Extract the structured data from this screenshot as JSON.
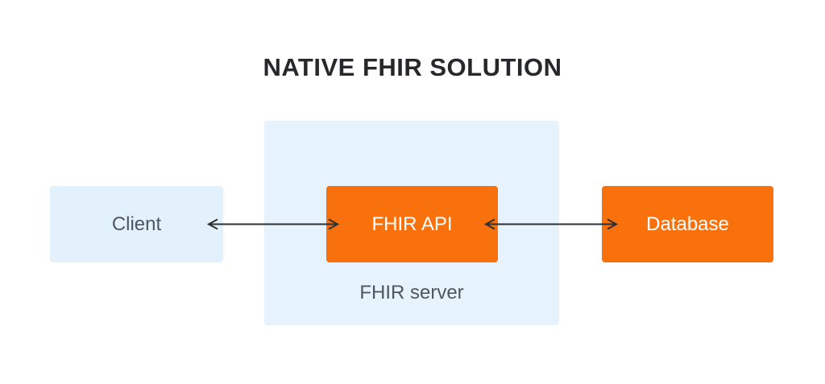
{
  "title": "NATIVE FHIR SOLUTION",
  "nodes": {
    "client": {
      "label": "Client"
    },
    "fhir_api": {
      "label": "FHIR API"
    },
    "database": {
      "label": "Database"
    }
  },
  "group": {
    "label": "FHIR server"
  },
  "edges": [
    {
      "from": "Client",
      "to": "FHIR API",
      "direction": "bidirectional"
    },
    {
      "from": "FHIR API",
      "to": "Database",
      "direction": "bidirectional"
    }
  ],
  "colors": {
    "background": "#ffffff",
    "orange": "#f9710c",
    "light_blue": "#e3f1fc",
    "group_blue": "#e6f2fc",
    "title_text": "#27282c",
    "gray_text": "#51565e",
    "arrow": "#2e3033"
  }
}
